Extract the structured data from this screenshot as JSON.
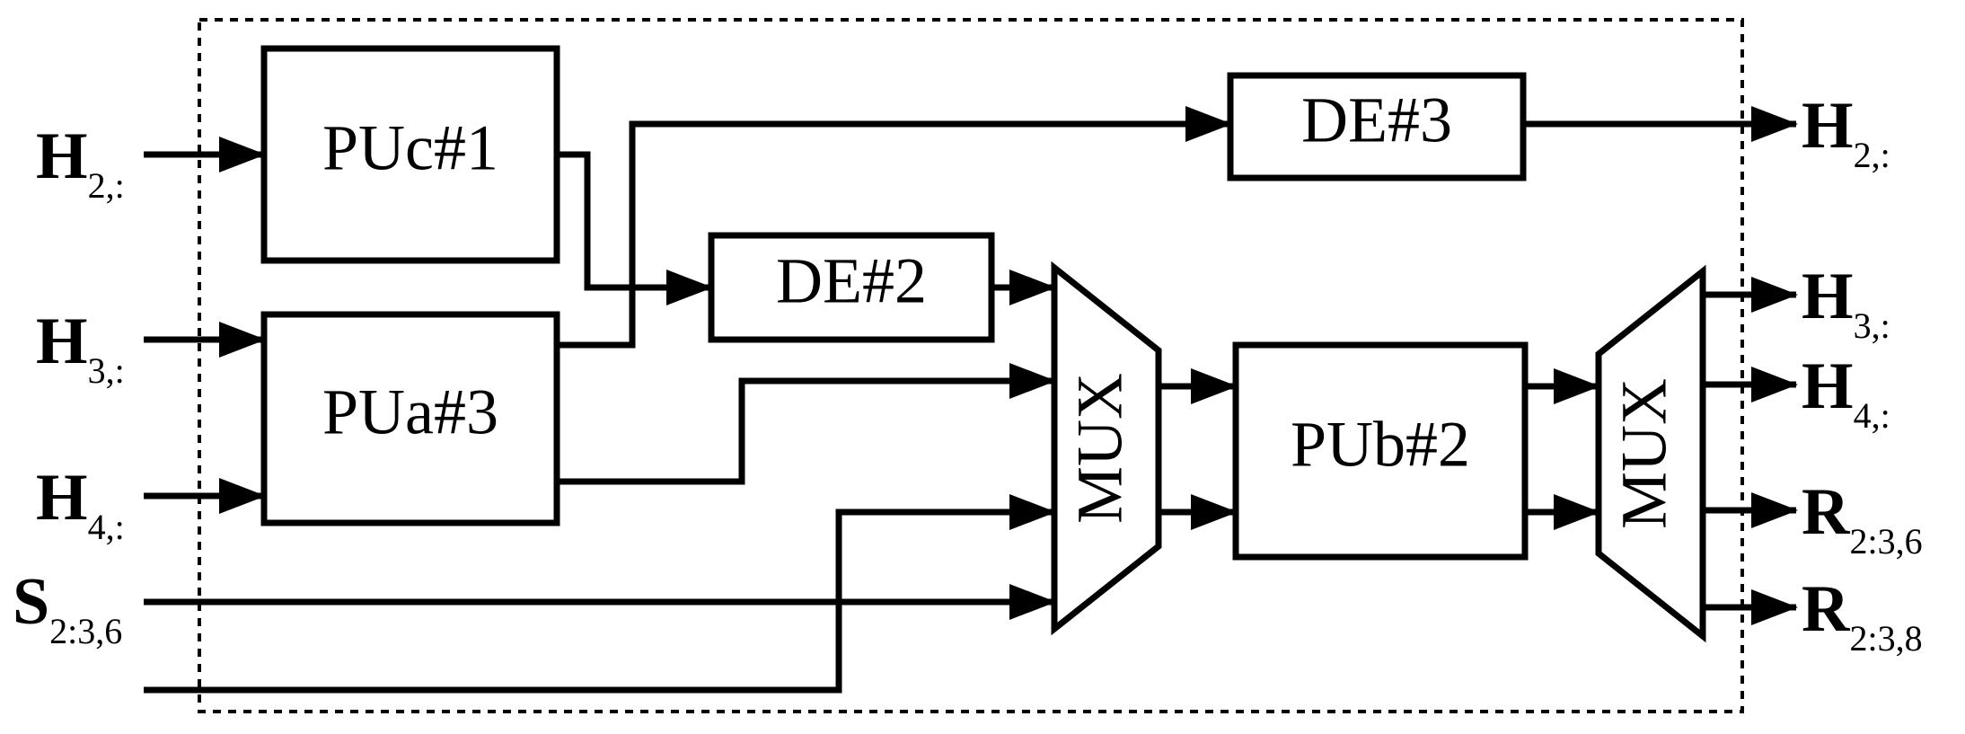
{
  "blocks": {
    "puc1": "PUc#1",
    "pua3": "PUa#3",
    "de2": "DE#2",
    "de3": "DE#3",
    "pub2": "PUb#2",
    "mux1": "MUX",
    "mux2": "MUX"
  },
  "inputs": {
    "h2": {
      "main": "H",
      "sub": "2,:"
    },
    "h3": {
      "main": "H",
      "sub": "3,:"
    },
    "h4": {
      "main": "H",
      "sub": "4,:"
    },
    "s236": {
      "main": "S",
      "sub": "2:3,6"
    }
  },
  "outputs": {
    "h2": {
      "main": "H",
      "sub": "2,:"
    },
    "h3": {
      "main": "H",
      "sub": "3,:"
    },
    "h4": {
      "main": "H",
      "sub": "4,:"
    },
    "r236": {
      "main": "R",
      "sub": "2:3,6"
    },
    "r238": {
      "main": "R",
      "sub": "2:3,8"
    }
  }
}
